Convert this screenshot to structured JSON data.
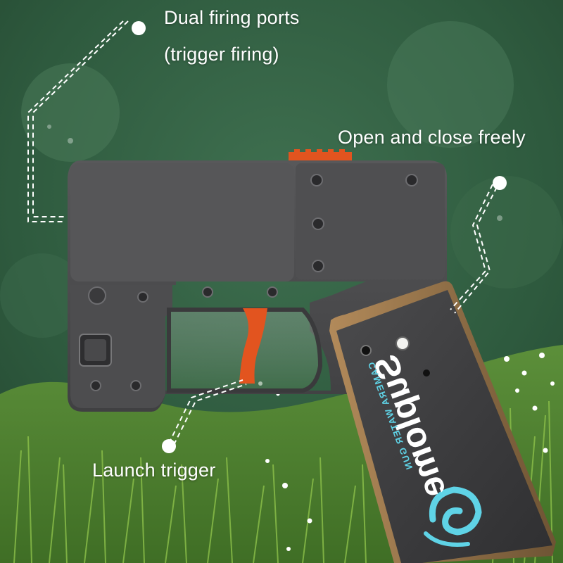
{
  "callouts": {
    "dual_firing_ports": {
      "line1": "Dual firing ports",
      "line2": "(trigger firing)"
    },
    "open_close": {
      "label": "Open and close freely"
    },
    "launch_trigger": {
      "label": "Launch trigger"
    }
  },
  "product": {
    "brand": "Suplome",
    "subtitle": "CAMERA WATER GUN"
  },
  "colors": {
    "body": "#4a4a4b",
    "trigger": "#e2541f",
    "accent": "#5fd3e6",
    "grass": "#6fa33a"
  },
  "icons": {
    "brand_logo": "wave-swirl-icon",
    "callout_dot": "white-dot-icon"
  }
}
